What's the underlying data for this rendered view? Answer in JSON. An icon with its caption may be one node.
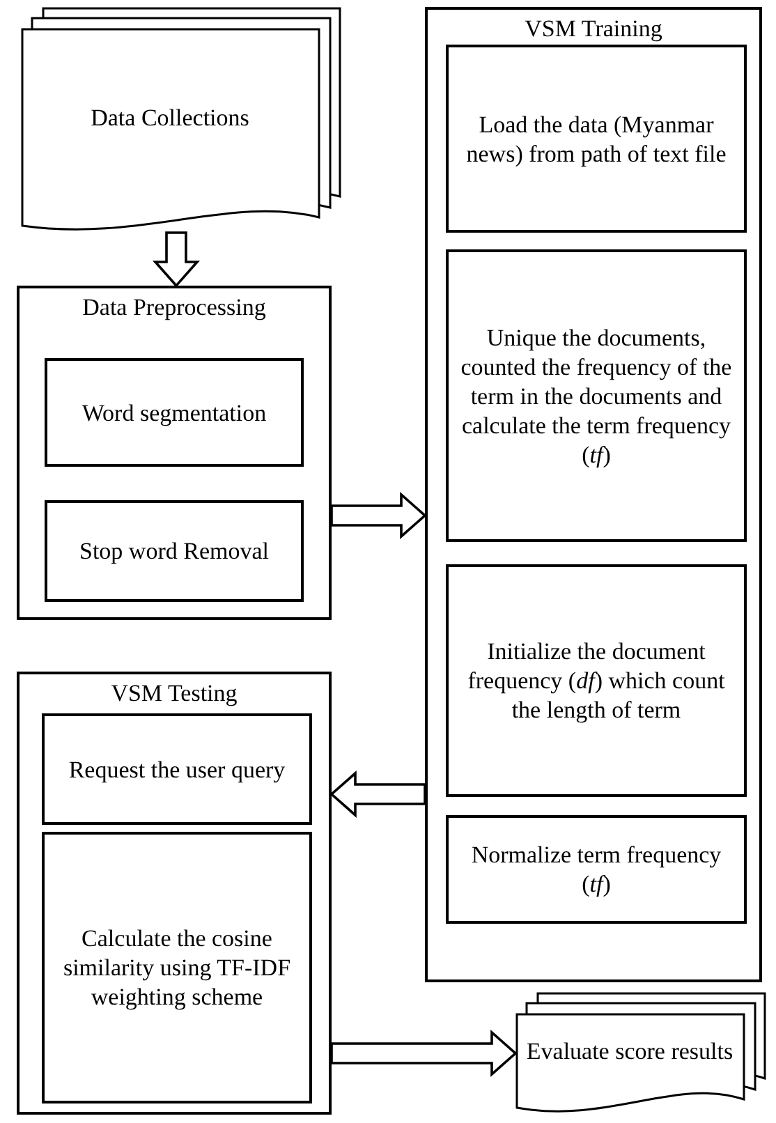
{
  "diagram": {
    "nodes": [
      {
        "text": [
          "Data Collections"
        ]
      },
      {
        "text": [
          "Data Preprocessing"
        ]
      },
      {
        "text": [
          "Word segmentation"
        ],
        "in": 1
      },
      {
        "text": [
          "Stop word Removal"
        ],
        "in": 1
      },
      {
        "text": [
          "VSM Training"
        ]
      },
      {
        "text": [
          "Load the data (Myanmar news) from path of text file"
        ],
        "in": 4
      },
      {
        "text": [
          "Unique the documents, counted the frequency of the term in the documents and calculate the term frequency (*tf*)"
        ],
        "in": 4
      },
      {
        "text": [
          "Initialize the document frequency (*df*) which count the length of term"
        ],
        "in": 4
      },
      {
        "text": [
          "Normalize term frequency (*tf*)"
        ],
        "in": 4
      },
      {
        "text": [
          "VSM Testing"
        ]
      },
      {
        "text": [
          "Request the user query"
        ],
        "in": 9
      },
      {
        "text": [
          "Calculate the cosine similarity using TF-IDF weighting scheme"
        ],
        "in": 9
      },
      {
        "text": [
          "Evaluate score results"
        ]
      }
    ],
    "edges": [
      {
        "from": 0,
        "to": 1,
        "arrow": "to"
      },
      {
        "from": 1,
        "to": 4,
        "arrow": "to"
      },
      {
        "from": 4,
        "to": 9,
        "arrow": "to"
      },
      {
        "from": 9,
        "to": 12,
        "arrow": "to"
      }
    ]
  }
}
